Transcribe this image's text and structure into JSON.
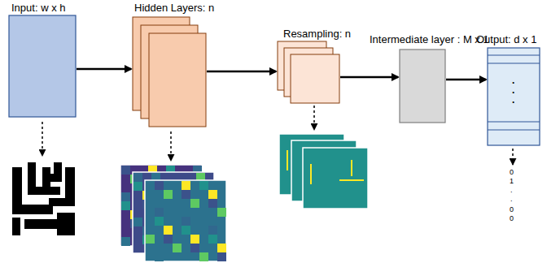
{
  "diagram": {
    "nodes": [
      {
        "text": [
          "Input: w x h"
        ]
      },
      {
        "text": [
          "Hidden Layers: n"
        ]
      },
      {
        "text": [
          "Resampling: n"
        ]
      },
      {
        "text": [
          "Intermediate layer : M x 1"
        ]
      },
      {
        "text": [
          "Output: d x 1"
        ]
      }
    ],
    "edges": [
      {
        "from": 0,
        "to": 1,
        "arrow": "to"
      },
      {
        "from": 1,
        "to": 2,
        "arrow": "to"
      },
      {
        "from": 2,
        "to": 3,
        "arrow": "to"
      },
      {
        "from": 3,
        "to": 4,
        "arrow": "to"
      }
    ],
    "labels": [
      ".",
      ".",
      ".",
      "0",
      "1",
      ".",
      ".",
      "0",
      "0"
    ]
  }
}
